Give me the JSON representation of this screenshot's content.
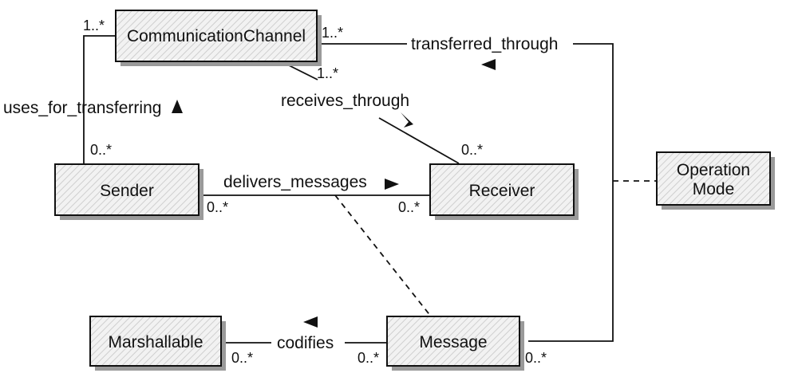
{
  "classes": {
    "communication_channel": "CommunicationChannel",
    "sender": "Sender",
    "receiver": "Receiver",
    "operation_mode_line1": "Operation",
    "operation_mode_line2": "Mode",
    "marshallable": "Marshallable",
    "message": "Message"
  },
  "associations": {
    "uses_for_transferring": "uses_for_transferring",
    "transferred_through": "transferred_through",
    "receives_through": "receives_through",
    "delivers_messages": "delivers_messages",
    "codifies": "codifies"
  },
  "multiplicities": {
    "channel_left": "1..*",
    "channel_right": "1..*",
    "channel_bottom": "1..*",
    "sender_top": "0..*",
    "sender_right": "0..*",
    "receiver_top": "0..*",
    "receiver_left": "0..*",
    "marshallable_right": "0..*",
    "message_left": "0..*",
    "message_right": "0..*"
  }
}
